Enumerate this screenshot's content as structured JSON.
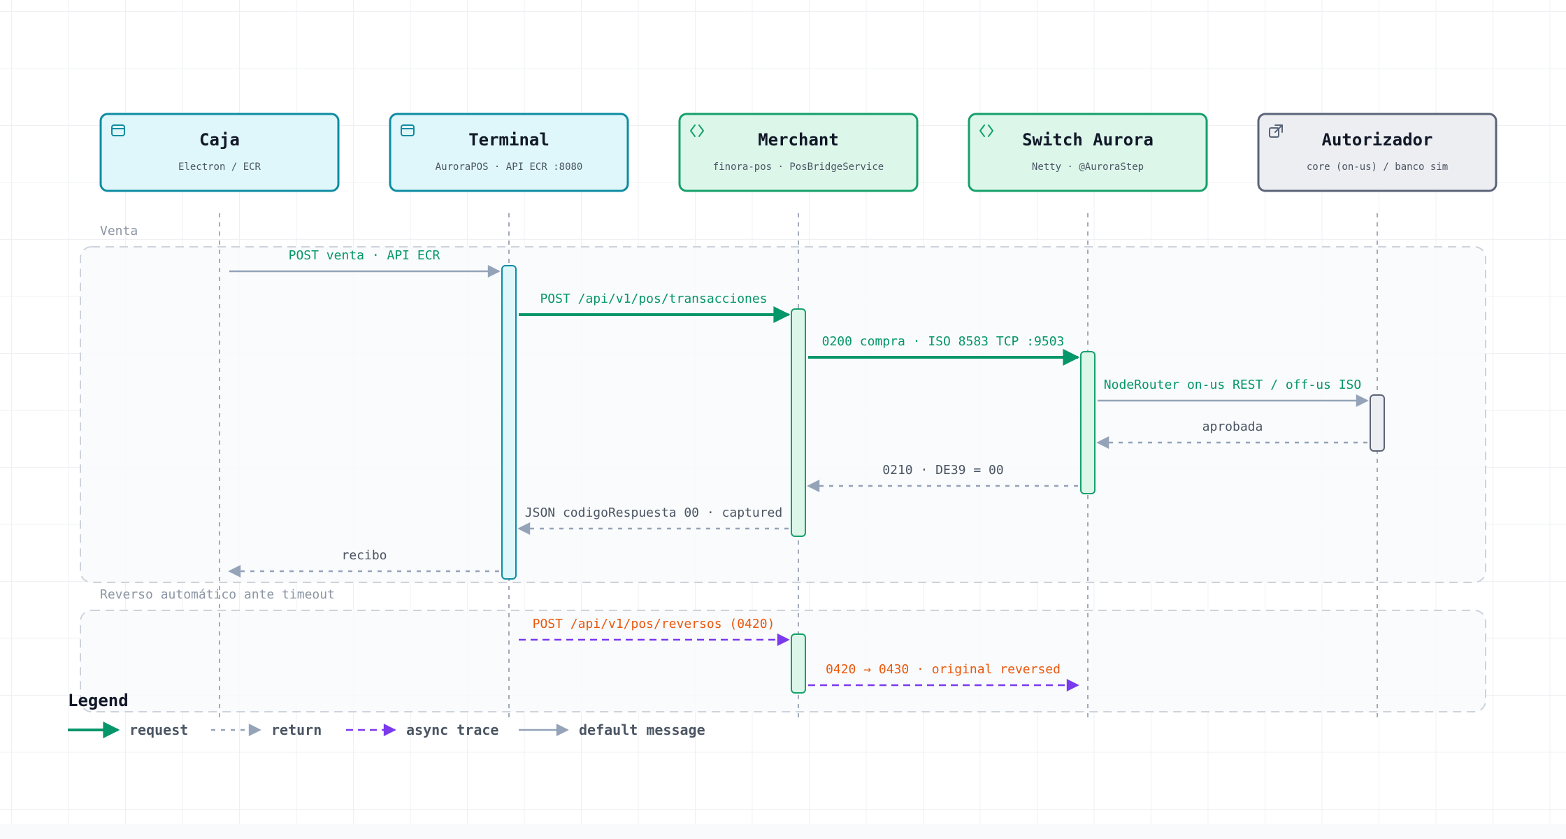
{
  "actors": [
    {
      "id": "caja",
      "title": "Caja",
      "subtitle": "Electron / ECR",
      "kind": "ui",
      "icon": "window-icon"
    },
    {
      "id": "terminal",
      "title": "Terminal",
      "subtitle": "AuroraPOS · API ECR :8080",
      "kind": "ui",
      "icon": "window-icon"
    },
    {
      "id": "merchant",
      "title": "Merchant",
      "subtitle": "finora-pos · PosBridgeService",
      "kind": "service",
      "icon": "code-icon"
    },
    {
      "id": "switch",
      "title": "Switch Aurora",
      "subtitle": "Netty · @AuroraStep",
      "kind": "service",
      "icon": "code-icon"
    },
    {
      "id": "autorizador",
      "title": "Autorizador",
      "subtitle": "core (on-us) / banco sim",
      "kind": "external",
      "icon": "external-link-icon"
    }
  ],
  "fragments": [
    {
      "label": "Venta"
    },
    {
      "label": "Reverso automático ante timeout"
    }
  ],
  "messages": [
    {
      "from": 0,
      "to": 1,
      "label": "POST venta · API ECR",
      "type": "default"
    },
    {
      "from": 1,
      "to": 2,
      "label": "POST /api/v1/pos/transacciones",
      "type": "request"
    },
    {
      "from": 2,
      "to": 3,
      "label": "0200 compra · ISO 8583 TCP :9503",
      "type": "request"
    },
    {
      "from": 3,
      "to": 4,
      "label": "NodeRouter on-us REST / off-us ISO",
      "type": "default"
    },
    {
      "from": 4,
      "to": 3,
      "label": "aprobada",
      "type": "return"
    },
    {
      "from": 3,
      "to": 2,
      "label": "0210 · DE39 = 00",
      "type": "return"
    },
    {
      "from": 2,
      "to": 1,
      "label": "JSON codigoRespuesta 00 · captured",
      "type": "return"
    },
    {
      "from": 1,
      "to": 0,
      "label": "recibo",
      "type": "return"
    },
    {
      "from": 1,
      "to": 2,
      "label": "POST /api/v1/pos/reversos (0420)",
      "type": "async"
    },
    {
      "from": 2,
      "to": 3,
      "label": "0420 → 0430 · original reversed",
      "type": "async"
    }
  ],
  "legend": {
    "title": "Legend",
    "items": [
      {
        "type": "request",
        "label": "request"
      },
      {
        "type": "return",
        "label": "return"
      },
      {
        "type": "async",
        "label": "async trace"
      },
      {
        "type": "default",
        "label": "default message"
      }
    ]
  },
  "colors": {
    "request": "#059669",
    "return": "#94a3b8",
    "async": "#7c3aed",
    "async_label": "#ea580c",
    "default": "#94a3b8",
    "ui_fill": "#dff7fa",
    "ui_stroke": "#0e8ca2",
    "service_fill": "#dcf7ea",
    "service_stroke": "#16a06a",
    "external_fill": "#eceef2",
    "external_stroke": "#5b6478"
  }
}
